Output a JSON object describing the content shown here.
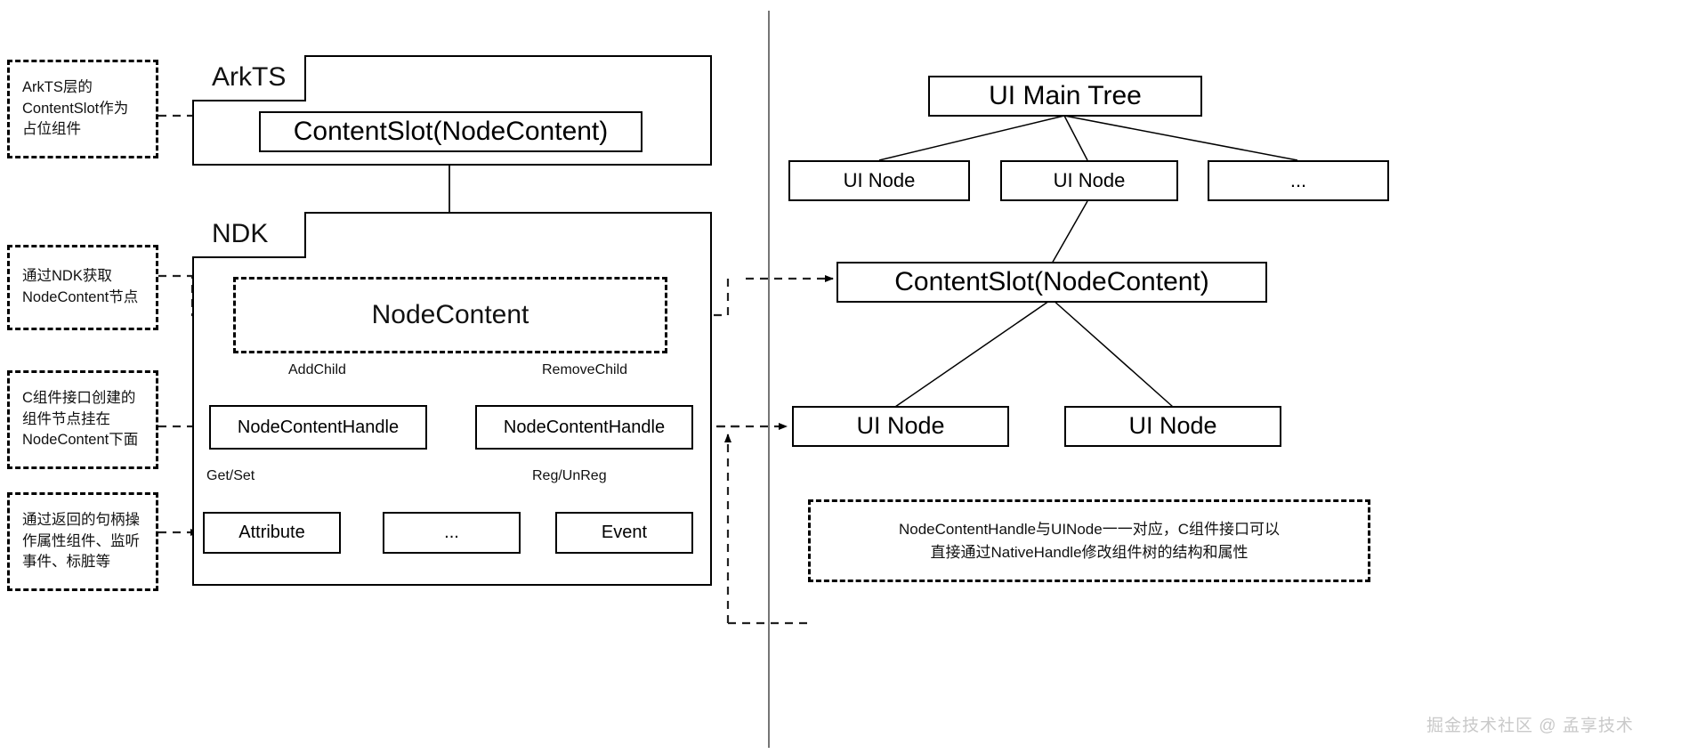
{
  "diagram": {
    "title": "ArkTS NodeContent / NDK UI tree mapping",
    "watermark": "掘金技术社区 @ 孟享技术",
    "left_notes": [
      {
        "id": "note-arkts",
        "text": "ArkTS层的\nContentSlot作为\n占位组件"
      },
      {
        "id": "note-ndk",
        "text": "通过NDK获取\nNodeContent节点"
      },
      {
        "id": "note-chandle",
        "text": "C组件接口创建的\n组件节点挂在\nNodeContent下面"
      },
      {
        "id": "note-attrevent",
        "text": "通过返回的句柄操\n作属性组件、监听\n事件、标脏等"
      }
    ],
    "arkts_panel": {
      "title": "ArkTS",
      "content_slot": "ContentSlot(NodeContent)"
    },
    "ndk_panel": {
      "title": "NDK",
      "node_content": "NodeContent",
      "handles": [
        {
          "label": "NodeContentHandle"
        },
        {
          "label": "NodeContentHandle"
        }
      ],
      "leaf_nodes": [
        {
          "label": "Attribute"
        },
        {
          "label": "..."
        },
        {
          "label": "Event"
        }
      ],
      "edge_labels": {
        "add_child": "AddChild",
        "remove_child": "RemoveChild",
        "get_set": "Get/Set",
        "reg_unreg": "Reg/UnReg"
      }
    },
    "right_tree": {
      "root": "UI Main Tree",
      "level1": [
        {
          "label": "UI Node"
        },
        {
          "label": "UI Node"
        },
        {
          "label": "..."
        }
      ],
      "content_slot": "ContentSlot(NodeContent)",
      "level3": [
        {
          "label": "UI Node"
        },
        {
          "label": "UI Node"
        }
      ],
      "note": "NodeContentHandle与UINode一一对应，C组件接口可以\n直接通过NativeHandle修改组件树的结构和属性"
    }
  }
}
